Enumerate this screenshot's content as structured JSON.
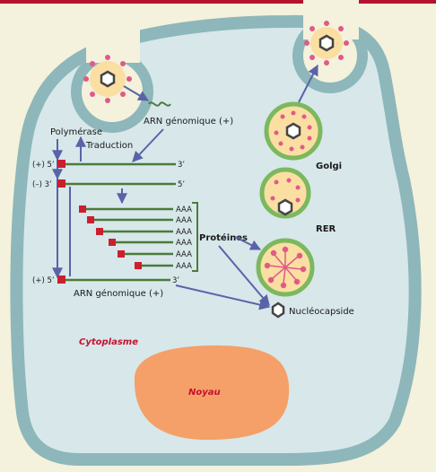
{
  "labels": {
    "polymerase": "Polymérase",
    "traduction": "Traduction",
    "arn_genomique_top": "ARN génomique (+)",
    "arn_genomique_bottom": "ARN génomique (+)",
    "strand_plus_top": "(+) 5’",
    "strand_minus": "(–) 3’",
    "strand_plus_bottom": "(+) 5’",
    "end_3_top": "3’",
    "end_5_minus": "5’",
    "end_3_bottom": "3’",
    "poly_a": "AAA",
    "proteines": "Protéines",
    "nucleocapside": "Nucléocapside",
    "golgi": "Golgi",
    "rer": "RER",
    "cytoplasme": "Cytoplasme",
    "noyau": "Noyau"
  },
  "colors": {
    "background": "#f4f1dc",
    "top_bar": "#b5122e",
    "cell_fill": "#d7e7ea",
    "membrane": "#8db7ba",
    "strand": "#4c7a3a",
    "cap": "#cc1f2e",
    "arrow": "#5a63a8",
    "nucleus": "#f4a068",
    "vesicle_fill": "#fbdfa2",
    "vesicle_border": "#7cb85e",
    "spike": "#e05a88"
  }
}
